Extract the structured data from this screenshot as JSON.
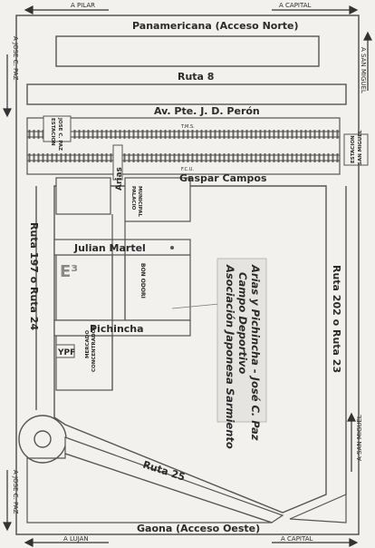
{
  "edge_labels": {
    "top_left": "A PILAR",
    "top_right": "A CAPITAL",
    "bottom_left": "A LUJAN",
    "bottom_right": "A CAPITAL",
    "left_top": "A JOSE C. PAZ",
    "left_bottom": "A JOSE C. PAZ",
    "right_top": "A SAN MIGUEL",
    "right_bottom": "A SAN MIGUEL"
  },
  "roads": {
    "panamericana": "Panamericana (Acceso Norte)",
    "ruta8": "Ruta 8",
    "peron": "Av. Pte. J. D. Perón",
    "gaspar": "Gaspar Campos",
    "ruta197": "Ruta 197 o Ruta 24",
    "ruta202": "Ruta 202 o Ruta 23",
    "julian": "Julian Martel",
    "pichincha": "Pichincha",
    "arias": "Arias",
    "ruta25": "Ruta 25",
    "gaona": "Gaona (Acceso Oeste)"
  },
  "rail": {
    "tms": "T.M.S.",
    "fcu": "F.C.U."
  },
  "places": {
    "estacion_jcp": [
      "ESTACION",
      "JOSE C. PAZ"
    ],
    "estacion_sm": [
      "ESTACION",
      "SAN MIGUEL"
    ],
    "palacio": [
      "PALACIO",
      "MUNICIPAL"
    ],
    "bon_odori": "BON ODORI",
    "mercado": [
      "MERCADO",
      "CONCENTRADOR"
    ],
    "e3": "E³",
    "ypf": "YPF"
  },
  "card": {
    "line1": "Asociación Japonesa Sarmiento",
    "line2": "Campo Deportivo",
    "line3": "Arias y Pichincha - José C. Paz"
  }
}
